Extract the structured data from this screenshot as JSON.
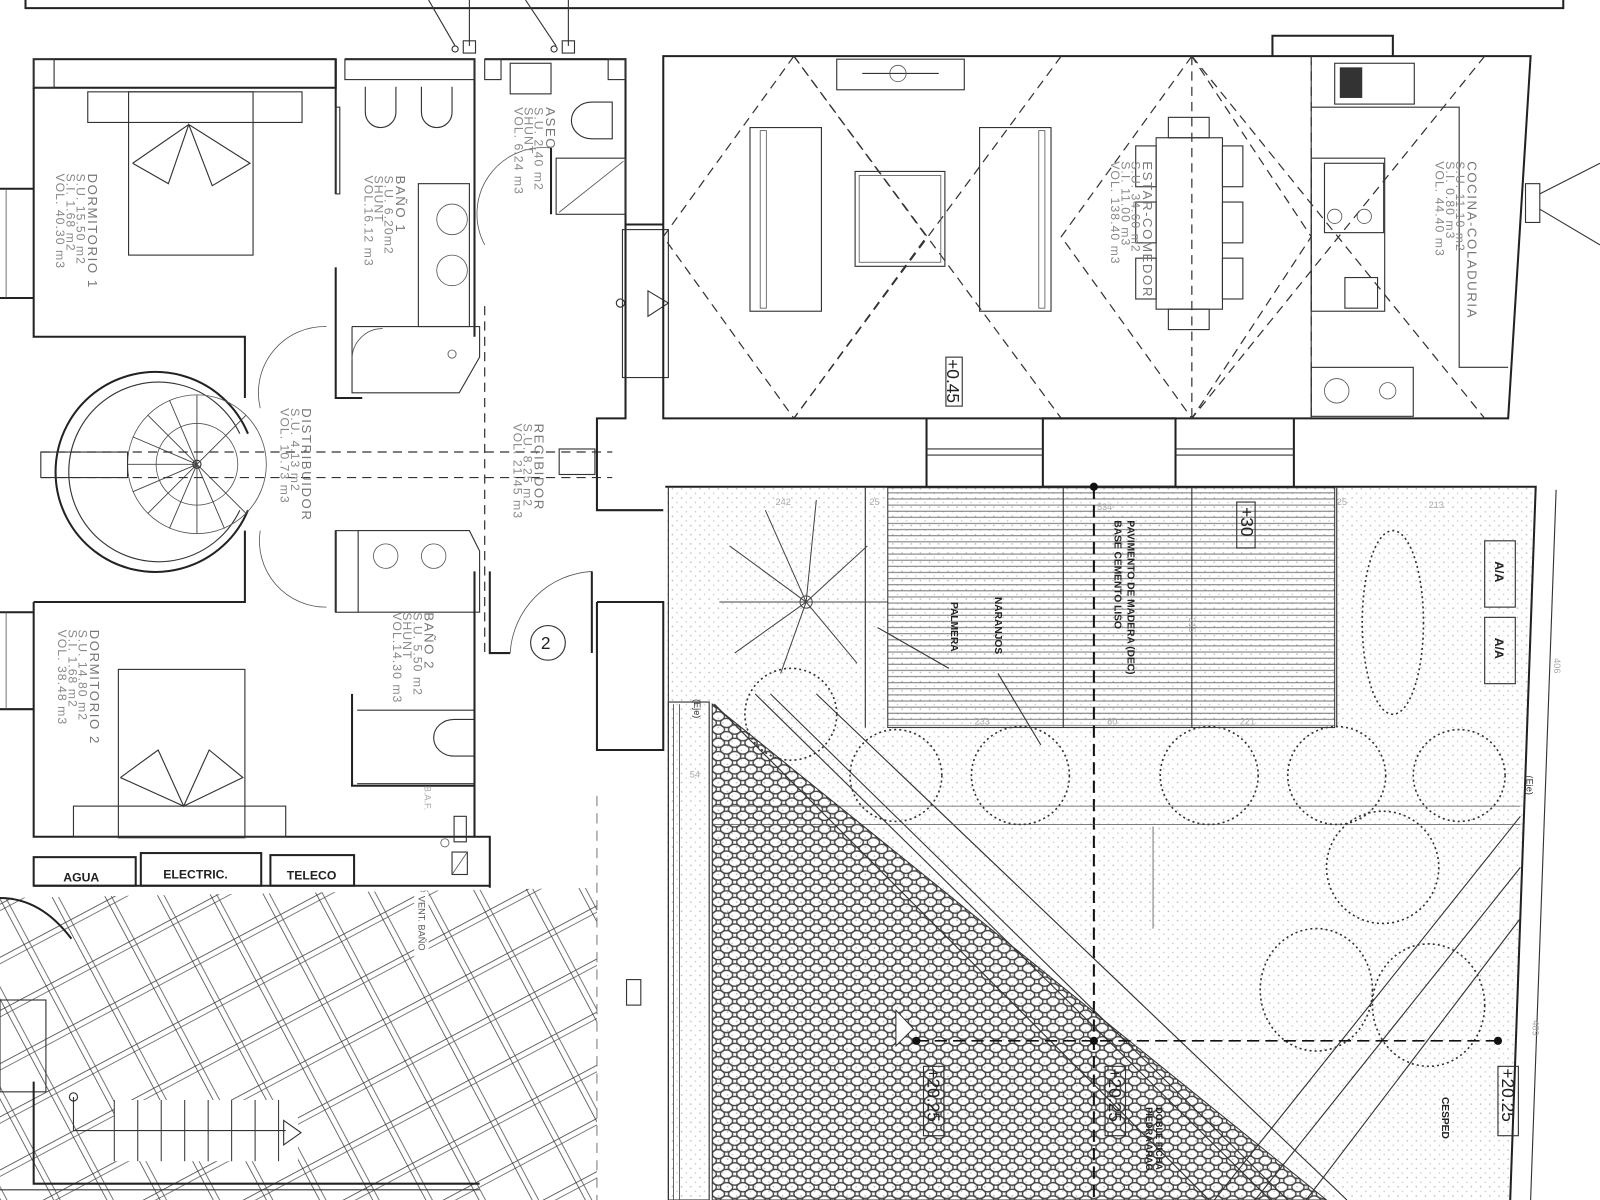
{
  "rooms": [
    {
      "name": "DORMITORIO 1",
      "l1": "S.U.  15.50  m2",
      "l2": "S.I.   1.68  m2",
      "l3": "VOL. 40.30  m3"
    },
    {
      "name": "BAÑO 1",
      "l1": "S.U.    6.20m2",
      "l2": "SHUNT",
      "l3": "VOL.16.12 m3"
    },
    {
      "name": "ASEO",
      "l1": "S.U. 2.40  m2",
      "l2": "SHUNT",
      "l3": "VOL. 6.24  m3"
    },
    {
      "name": "DISTRIBUIDOR",
      "l1": "S.U.  4.13  m2",
      "l2": "VOL. 10.73  m3"
    },
    {
      "name": "RECIBIDOR",
      "l1": "S.U.   8.25  m2",
      "l2": "VOL. 21.45  m3"
    },
    {
      "name": "BAÑO 2",
      "l1": "S.U.   5.50  m2",
      "l2": "SHUNT",
      "l3": "VOL.14.30  m3"
    },
    {
      "name": "DORMITORIO 2",
      "l1": "S.U.  14.80  m2",
      "l2": "S.I.    1.68  m2",
      "l3": "VOL. 38.48  m3"
    },
    {
      "name": "ESTAR-COMEDOR",
      "l1": "S.U.   34.60  m2",
      "l2": "S.I.    11.00  m3",
      "l3": "VOL. 138.40  m3"
    },
    {
      "name": "COCINA-COLADURIA",
      "l1": "S.U.   11.10  m2",
      "l2": "S.I.    0.80  m3",
      "l3": "VOL. 44.40  m3"
    }
  ],
  "utilities": {
    "water": "AGUA",
    "electric": "ELECTRIC.",
    "telecom": "TELECO"
  },
  "annotations": {
    "baf": "B.A.F.",
    "vent": "VENT. BAÑO",
    "door_number": "2",
    "floor_line1": "PAVIMENTO DE MADERA (DEC)",
    "floor_line2": "BASE CEMENTO LISO",
    "palm": "PALMERA",
    "orange_trees": "NARANJOS",
    "lawn": "CESPED",
    "ac1": "A/A",
    "ac2": "A/A",
    "axis1": "(Eje)",
    "axis2": "(Eje)",
    "paving1": "DOBLE FICHA",
    "paving2": "PIEDRA ARAG."
  },
  "elevations": {
    "living": "+0.45",
    "deck": "+30",
    "garden1": "+20.25",
    "garden2": "+20.25",
    "garden3": "+20.25"
  },
  "dimensions": {
    "d1": "242",
    "d2": "25",
    "d3": "534",
    "d4": "25",
    "d5": "213",
    "d6": "233",
    "d7": "80",
    "d8": "221",
    "d9": "406",
    "d10": "489",
    "d11": "54",
    "d12": "315"
  }
}
